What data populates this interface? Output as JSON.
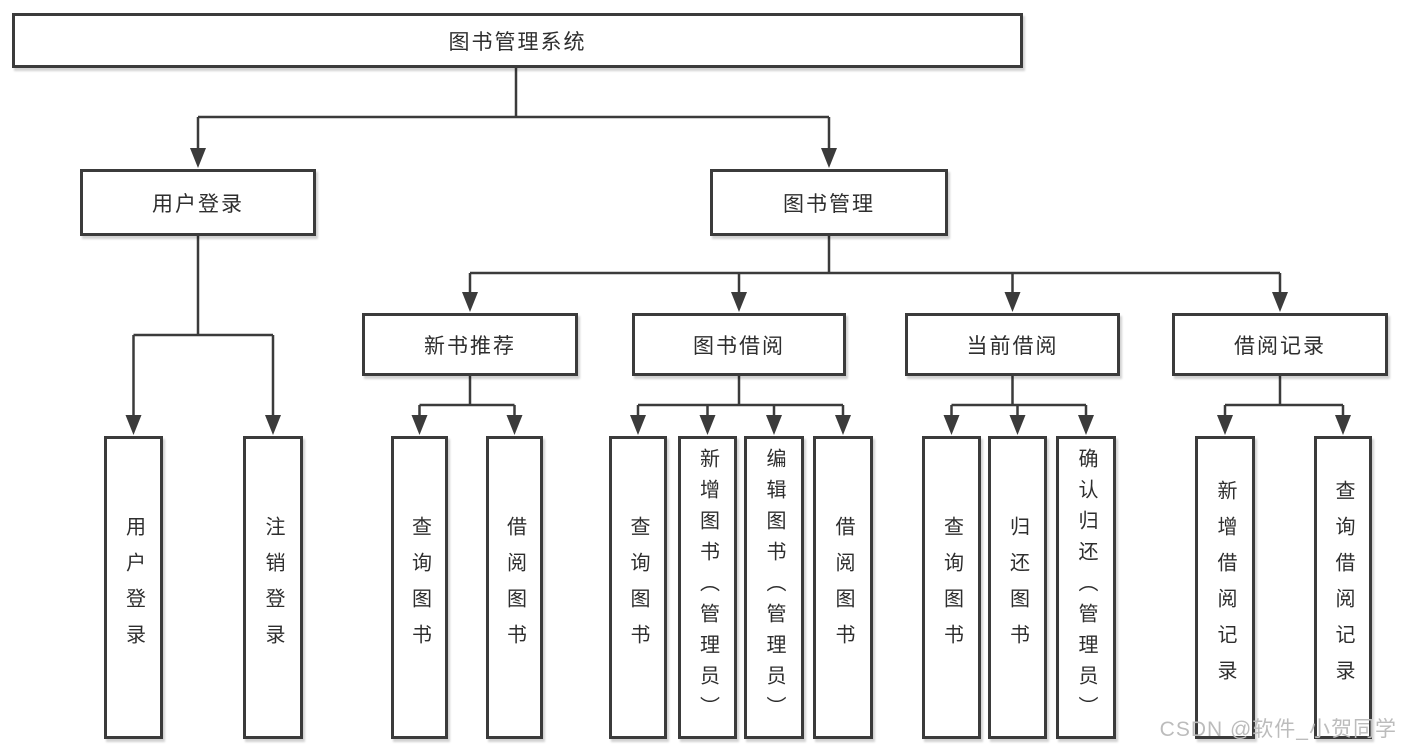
{
  "diagram": {
    "title": "图书管理系统",
    "modules": [
      {
        "label": "用户登录",
        "children": [
          {
            "label": "用户登录"
          },
          {
            "label": "注销登录"
          }
        ]
      },
      {
        "label": "图书管理",
        "children": [
          {
            "label": "新书推荐",
            "children": [
              {
                "label": "查询图书"
              },
              {
                "label": "借阅图书"
              }
            ]
          },
          {
            "label": "图书借阅",
            "children": [
              {
                "label": "查询图书"
              },
              {
                "label": "新增图书（管理员）"
              },
              {
                "label": "编辑图书（管理员）"
              },
              {
                "label": "借阅图书"
              }
            ]
          },
          {
            "label": "当前借阅",
            "children": [
              {
                "label": "查询图书"
              },
              {
                "label": "归还图书"
              },
              {
                "label": "确认归还（管理员）"
              }
            ]
          },
          {
            "label": "借阅记录",
            "children": [
              {
                "label": "新增借阅记录"
              },
              {
                "label": "查询借阅记录"
              }
            ]
          }
        ]
      }
    ]
  },
  "watermark": {
    "text": "CSDN @软件_小贺同学"
  },
  "colors": {
    "background": "#ffffff",
    "line": "#3b3b3b",
    "box_border": "#3b3b3b",
    "text": "#2e2e2e",
    "watermark": "#bcbcbc"
  }
}
